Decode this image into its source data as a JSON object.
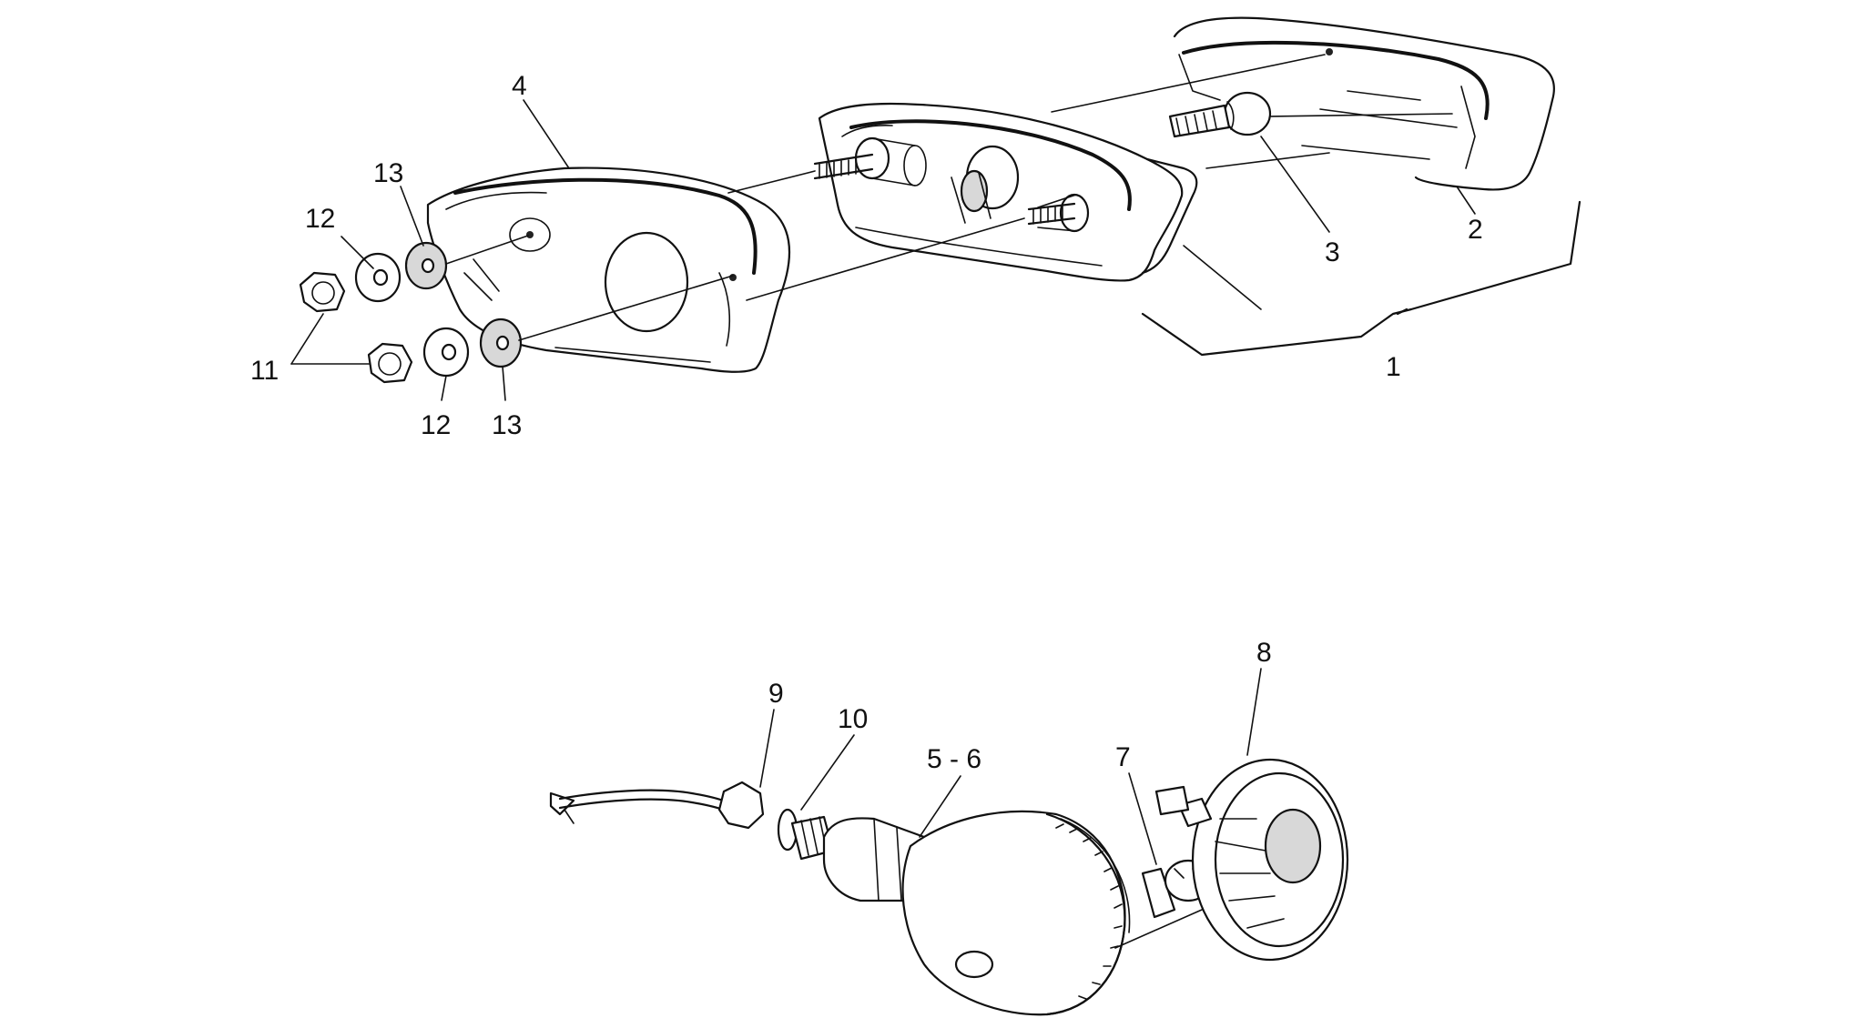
{
  "diagram": {
    "callouts": {
      "c1": "1",
      "c2": "2",
      "c3": "3",
      "c4": "4",
      "c5_6": "5 - 6",
      "c7": "7",
      "c8": "8",
      "c9": "9",
      "c10": "10",
      "c11": "11",
      "c12a": "12",
      "c12b": "12",
      "c13a": "13",
      "c13b": "13"
    }
  }
}
